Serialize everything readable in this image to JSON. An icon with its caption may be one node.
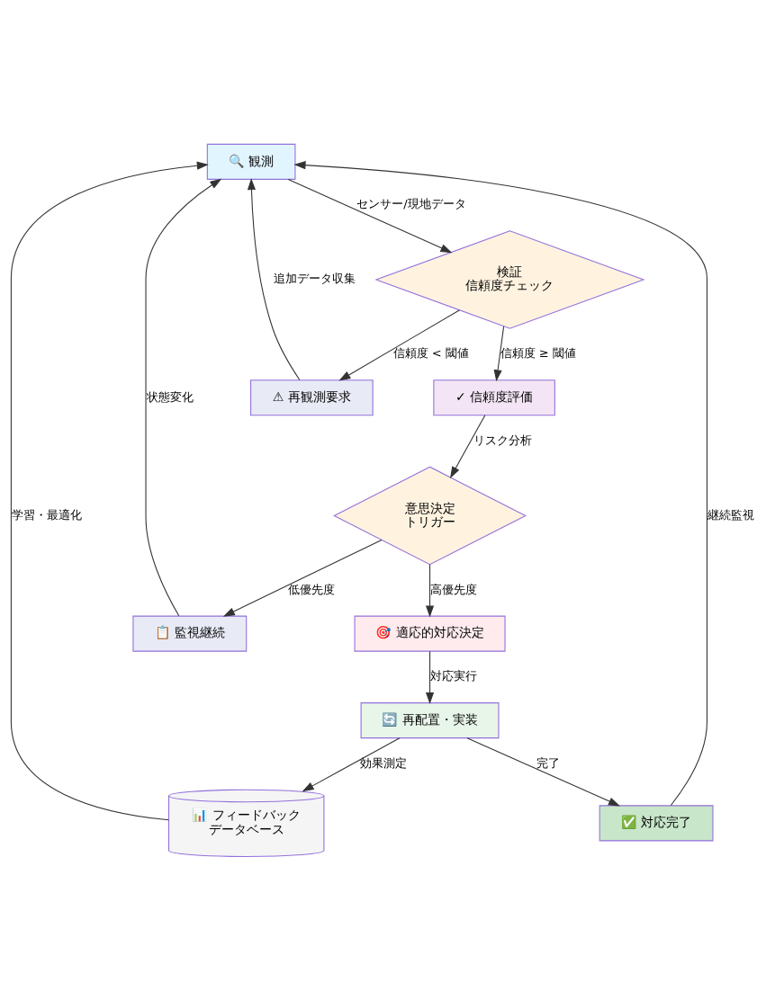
{
  "diagram": {
    "nodes": [
      {
        "text": [
          "🔍 観測"
        ]
      },
      {
        "text": [
          "検証",
          "信頼度チェック"
        ]
      },
      {
        "text": [
          "✓ 信頼度評価"
        ]
      },
      {
        "text": [
          "⚠ 再観測要求"
        ]
      },
      {
        "text": [
          "意思決定",
          "トリガー"
        ]
      },
      {
        "text": [
          "🎯 適応的対応決定"
        ]
      },
      {
        "text": [
          "📋 監視継続"
        ]
      },
      {
        "text": [
          "🔄 再配置・実装"
        ]
      },
      {
        "text": [
          "📊 フィードバック",
          "データベース"
        ]
      },
      {
        "text": [
          "✅ 対応完了"
        ]
      }
    ],
    "edges": [
      {
        "from": 0,
        "to": 1,
        "arrow": "to",
        "label": "センサー/現地データ"
      },
      {
        "from": 1,
        "to": 2,
        "arrow": "to",
        "label": "信頼度 ≥ 閾値"
      },
      {
        "from": 1,
        "to": 3,
        "arrow": "to",
        "label": "信頼度 < 閾値"
      },
      {
        "from": 3,
        "to": 0,
        "arrow": "to",
        "label": "追加データ収集"
      },
      {
        "from": 2,
        "to": 4,
        "arrow": "to",
        "label": "リスク分析"
      },
      {
        "from": 4,
        "to": 5,
        "arrow": "to",
        "label": "高優先度"
      },
      {
        "from": 4,
        "to": 6,
        "arrow": "to",
        "label": "低優先度"
      },
      {
        "from": 6,
        "to": 0,
        "arrow": "to",
        "label": "状態変化"
      },
      {
        "from": 5,
        "to": 7,
        "arrow": "to",
        "label": "対応実行"
      },
      {
        "from": 7,
        "to": 8,
        "arrow": "to",
        "label": "効果測定"
      },
      {
        "from": 7,
        "to": 9,
        "arrow": "to",
        "label": "完了"
      },
      {
        "from": 8,
        "to": 0,
        "arrow": "to",
        "label": "学習・最適化"
      },
      {
        "from": 9,
        "to": 0,
        "arrow": "to",
        "label": "継続監視"
      }
    ]
  }
}
